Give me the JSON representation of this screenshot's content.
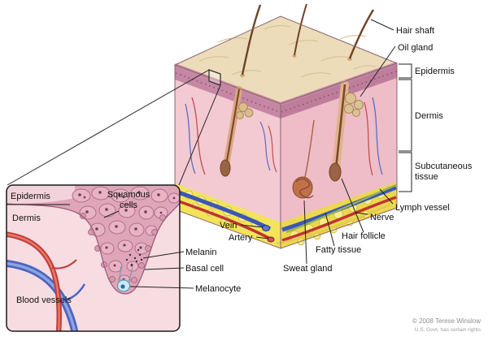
{
  "main_labels": {
    "hair_shaft": "Hair shaft",
    "oil_gland": "Oil gland",
    "epidermis": "Epidermis",
    "dermis": "Dermis",
    "subcutaneous_line1": "Subcutaneous",
    "subcutaneous_line2": "tissue",
    "lymph_vessel": "Lymph vessel",
    "nerve": "Nerve",
    "hair_follicle": "Hair follicle",
    "fatty_tissue": "Fatty tissue",
    "sweat_gland": "Sweat gland",
    "vein": "Vein",
    "artery": "Artery"
  },
  "inset_labels": {
    "epidermis": "Epidermis",
    "dermis": "Dermis",
    "blood_vessels": "Blood vessels",
    "squamous_line1": "Squamous",
    "squamous_line2": "cells",
    "melanin": "Melanin",
    "basal_cell": "Basal cell",
    "melanocyte": "Melanocyte"
  },
  "footer": {
    "copyright_line1": "© 2008 Terese Winslow",
    "copyright_line2": "U.S. Govt. has certain rights"
  },
  "colors": {
    "skin_surface": "#ecdcba",
    "epidermis_band_left": "#c587a3",
    "epidermis_band_right": "#bd7d9b",
    "dermis_left": "#f3c9d2",
    "dermis_right": "#eebdc8",
    "subcutaneous_yellow": "#f2e459",
    "fat_blob": "#f7ee8a",
    "artery_red": "#c03333",
    "vein_blue": "#3a57b8",
    "nerve_yellow": "#e3c94f",
    "lymph_green": "#96b254",
    "hair_brown": "#6e4226",
    "inset_epidermis": "#dfa5b8",
    "inset_dermis": "#f7dce2",
    "melanocyte_blue": "#c9e8f4",
    "melanin_dot": "#4f2745"
  }
}
